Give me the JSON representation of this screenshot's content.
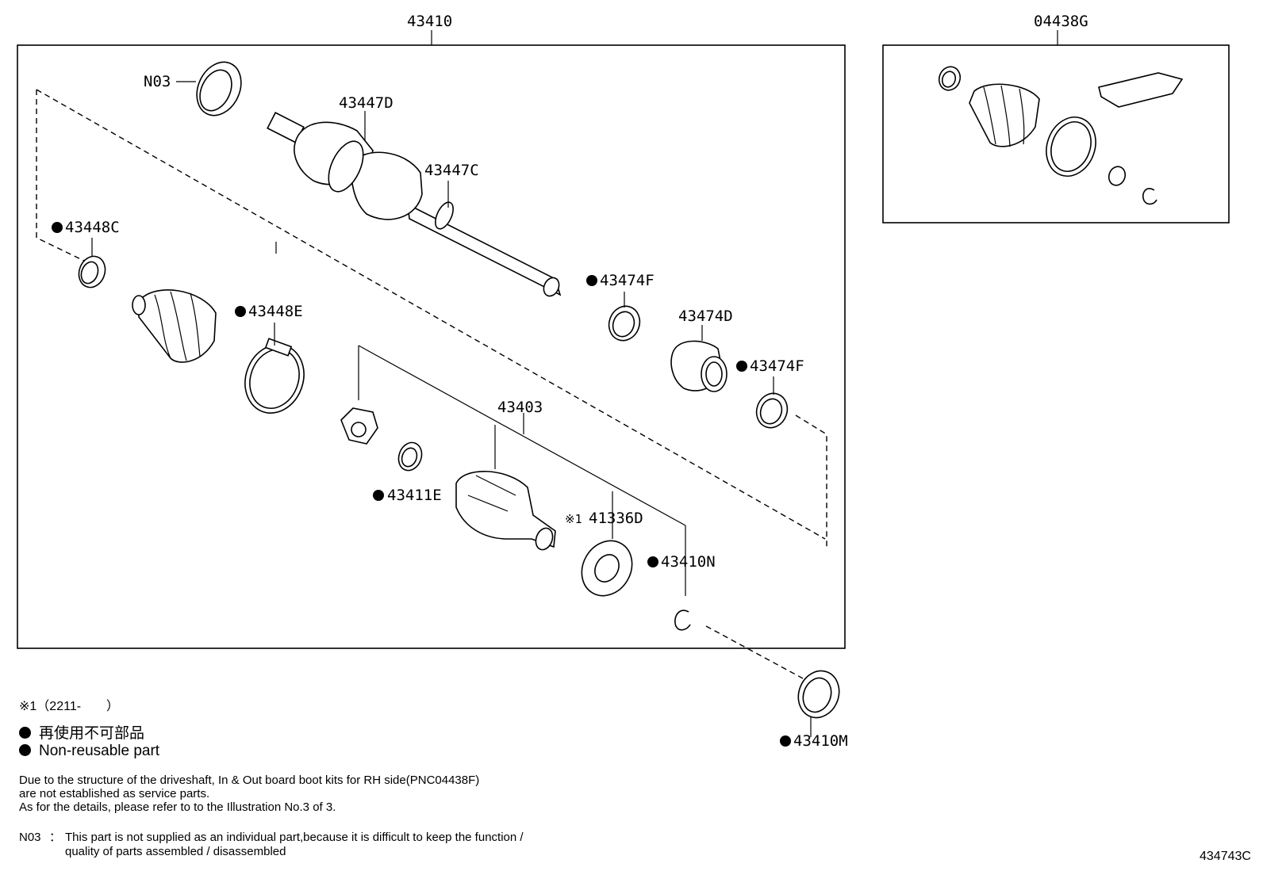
{
  "diagram": {
    "labels": {
      "main_assembly": "43410",
      "boot_kit": "04438G",
      "n03": "N03",
      "p43447D": "43447D",
      "p43447C": "43447C",
      "p43448C": "43448C",
      "p43448E": "43448E",
      "p43474F_a": "43474F",
      "p43474D": "43474D",
      "p43474F_b": "43474F",
      "p43403": "43403",
      "p43411E": "43411E",
      "p41336D": "41336D",
      "p41336D_prefix": "※1",
      "p43410N": "43410N",
      "p43410M": "43410M"
    },
    "illustration_id": "434743C"
  },
  "notes": {
    "footnote1": "※1（2211-　　）",
    "legend_jp": "再使用不可部品",
    "legend_en": "Non-reusable part",
    "para1_line1": "Due to the structure of the driveshaft, In & Out board  boot kits for RH side(PNC04438F)",
    "para1_line2": "are not established as service parts.",
    "para1_line3": "As for the details, please refer to to the Illustration No.3 of 3.",
    "n03_code": "N03",
    "n03_sep": "：",
    "n03_line1": "This part is not supplied as an individual part,because it is difficult to keep the function /",
    "n03_line2": "quality of parts assembled / disassembled"
  }
}
